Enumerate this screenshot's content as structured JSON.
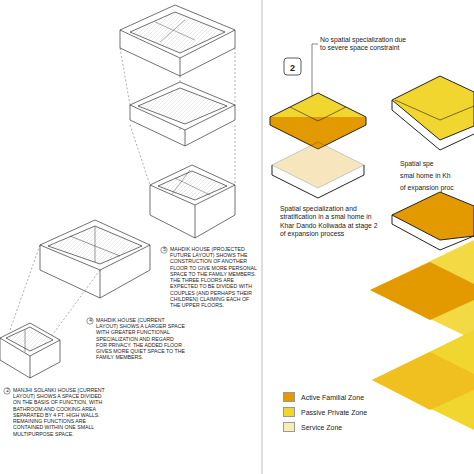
{
  "diagram": {
    "labels": [
      "5",
      "MAHDIK HOUSE (PROJECTED FUTURE LAYOUT) SHOWS THE CONSTRUCTION OF ANOTHER FLOOR TO GIVE MORE PERSONAL SPACE TO THE FAMILY MEMBERS. THE THREE FLOORS ARE EXPECTED TO BE DIVIDED WITH COUPLES (AND PERHAPS THEIR CHILDREN) CLAIMING EACH OF THE UPPER FLOORS.",
      "4",
      "MAHDIK HOUSE (CURRENT LAYOUT) SHOWS A LARGER SPACE WITH GREATER FUNCTIONAL SPECIALIZATION AND REGARD FOR PRIVACY. THE ADDED FLOOR GIVES MORE QUIET SPACE TO THE FAMILY MEMBERS.",
      "2",
      "MANJHI SOLANKI HOUSE (CURRENT LAYOUT) SHOWS A SPACE DIVIDED ON THE BASIS OF FUNCTION, WITH BATHROOM AND COOKING AREA SEPARATED BY 4 FT. HIGH WALLS. REMAINING FUNCTIONS ARE CONTAINED WITHIN ONE SMALL MULTIPURPOSE SPACE.",
      "2",
      "No spatial specialization due to severe space constraint",
      "Spatial specialization and stratification in a smal home in Khar Dando Koliwada at stage 2 of expansion process",
      "Spatial spe",
      "smal home in Kh",
      "of expansion proc"
    ],
    "legend": [
      {
        "text": "Active Familial Zone",
        "color": "#e39a00"
      },
      {
        "text": "Passive Private Zone",
        "color": "#f2d630"
      },
      {
        "text": "Service Zone",
        "color": "#f6eeb4"
      }
    ]
  }
}
